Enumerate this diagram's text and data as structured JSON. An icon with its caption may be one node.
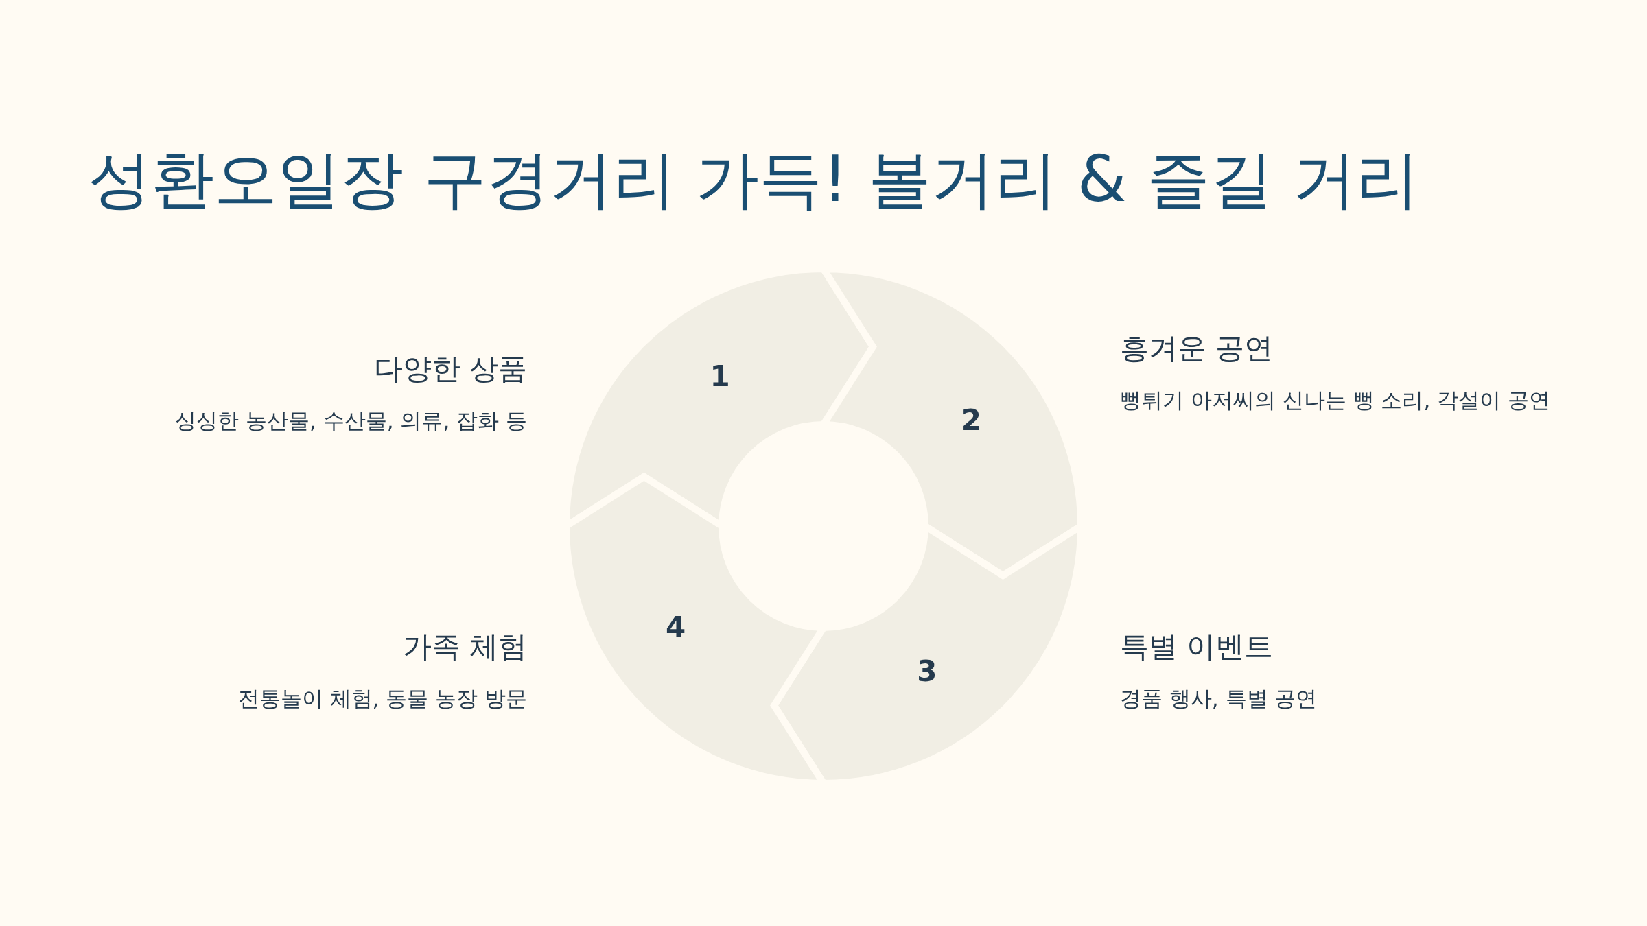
{
  "diagram": {
    "title": "성환오일장 구경거리 가득! 볼거리 & 즐길 거리",
    "nodes": [
      {
        "text": [
          "1"
        ],
        "beside": [
          "다양한 상품",
          "싱싱한 농산물, 수산물, 의류, 잡화 등"
        ]
      },
      {
        "text": [
          "2"
        ],
        "beside": [
          "흥겨운 공연",
          "뻥튀기 아저씨의 신나는 뻥 소리, 각설이 공연"
        ]
      },
      {
        "text": [
          "3"
        ],
        "beside": [
          "특별 이벤트",
          "경품 행사, 특별 공연"
        ]
      },
      {
        "text": [
          "4"
        ],
        "beside": [
          "가족 체험",
          "전통놀이 체험, 동물 농장 방문"
        ]
      }
    ]
  }
}
